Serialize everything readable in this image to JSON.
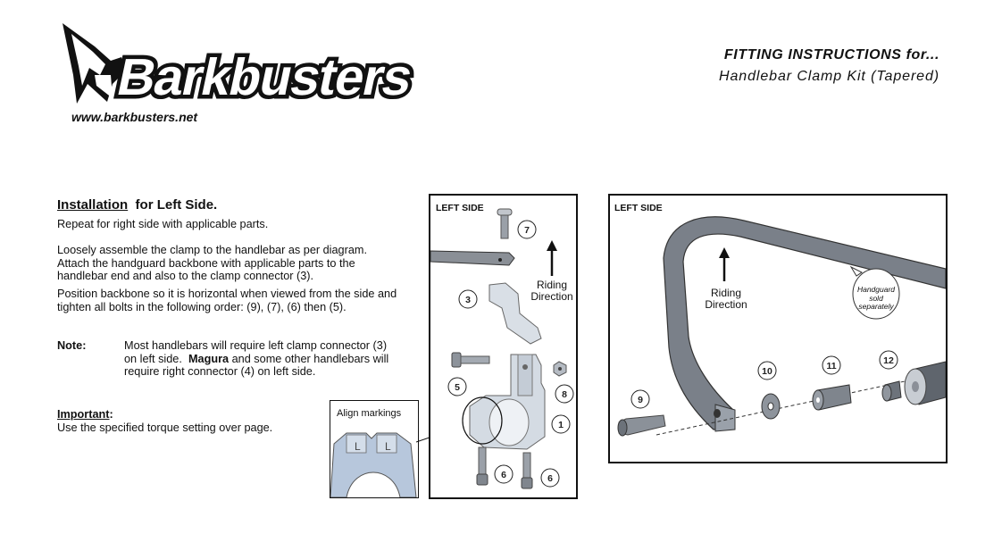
{
  "header": {
    "logo_text": "Barkbusters",
    "website": "www.barkbusters.net",
    "title": "FITTING INSTRUCTIONS for...",
    "subtitle": "Handlebar Clamp Kit  (Tapered)"
  },
  "installation": {
    "heading_underlined": "Installation",
    "heading_rest": "for Left Side",
    "heading_period": ".",
    "repeat": "Repeat for right side with applicable parts.",
    "step_lines": [
      "Loosely assemble the clamp to the handlebar as per diagram.",
      "Attach the handguard backbone with applicable parts to the",
      "handlebar end and also to the clamp connector (3)."
    ],
    "position_lines": [
      "Position backbone so it is horizontal when viewed from the side and",
      "tighten all bolts in the following order: (9), (7), (6) then (5)."
    ]
  },
  "note": {
    "label": "Note:",
    "line1": "Most handlebars will require left clamp connector (3)",
    "line2_pre": "on left side.",
    "line2_bold": "Magura",
    "line2_post": "and some other handlebars will",
    "line3": "require right connector (4) on left side."
  },
  "important": {
    "label": "Important",
    "colon": ":",
    "text": "Use the specified torque setting over page."
  },
  "inset": {
    "label": "Align markings",
    "mark": "L"
  },
  "panel_left": {
    "label": "LEFT SIDE",
    "riding_line1": "Riding",
    "riding_line2": "Direction",
    "parts": [
      "7",
      "3",
      "5",
      "8",
      "1",
      "6",
      "6"
    ]
  },
  "panel_right": {
    "label": "LEFT SIDE",
    "riding_line1": "Riding",
    "riding_line2": "Direction",
    "bubble_line1": "Handguard",
    "bubble_line2": "sold",
    "bubble_line3": "separately",
    "parts": [
      "9",
      "10",
      "11",
      "12"
    ]
  }
}
